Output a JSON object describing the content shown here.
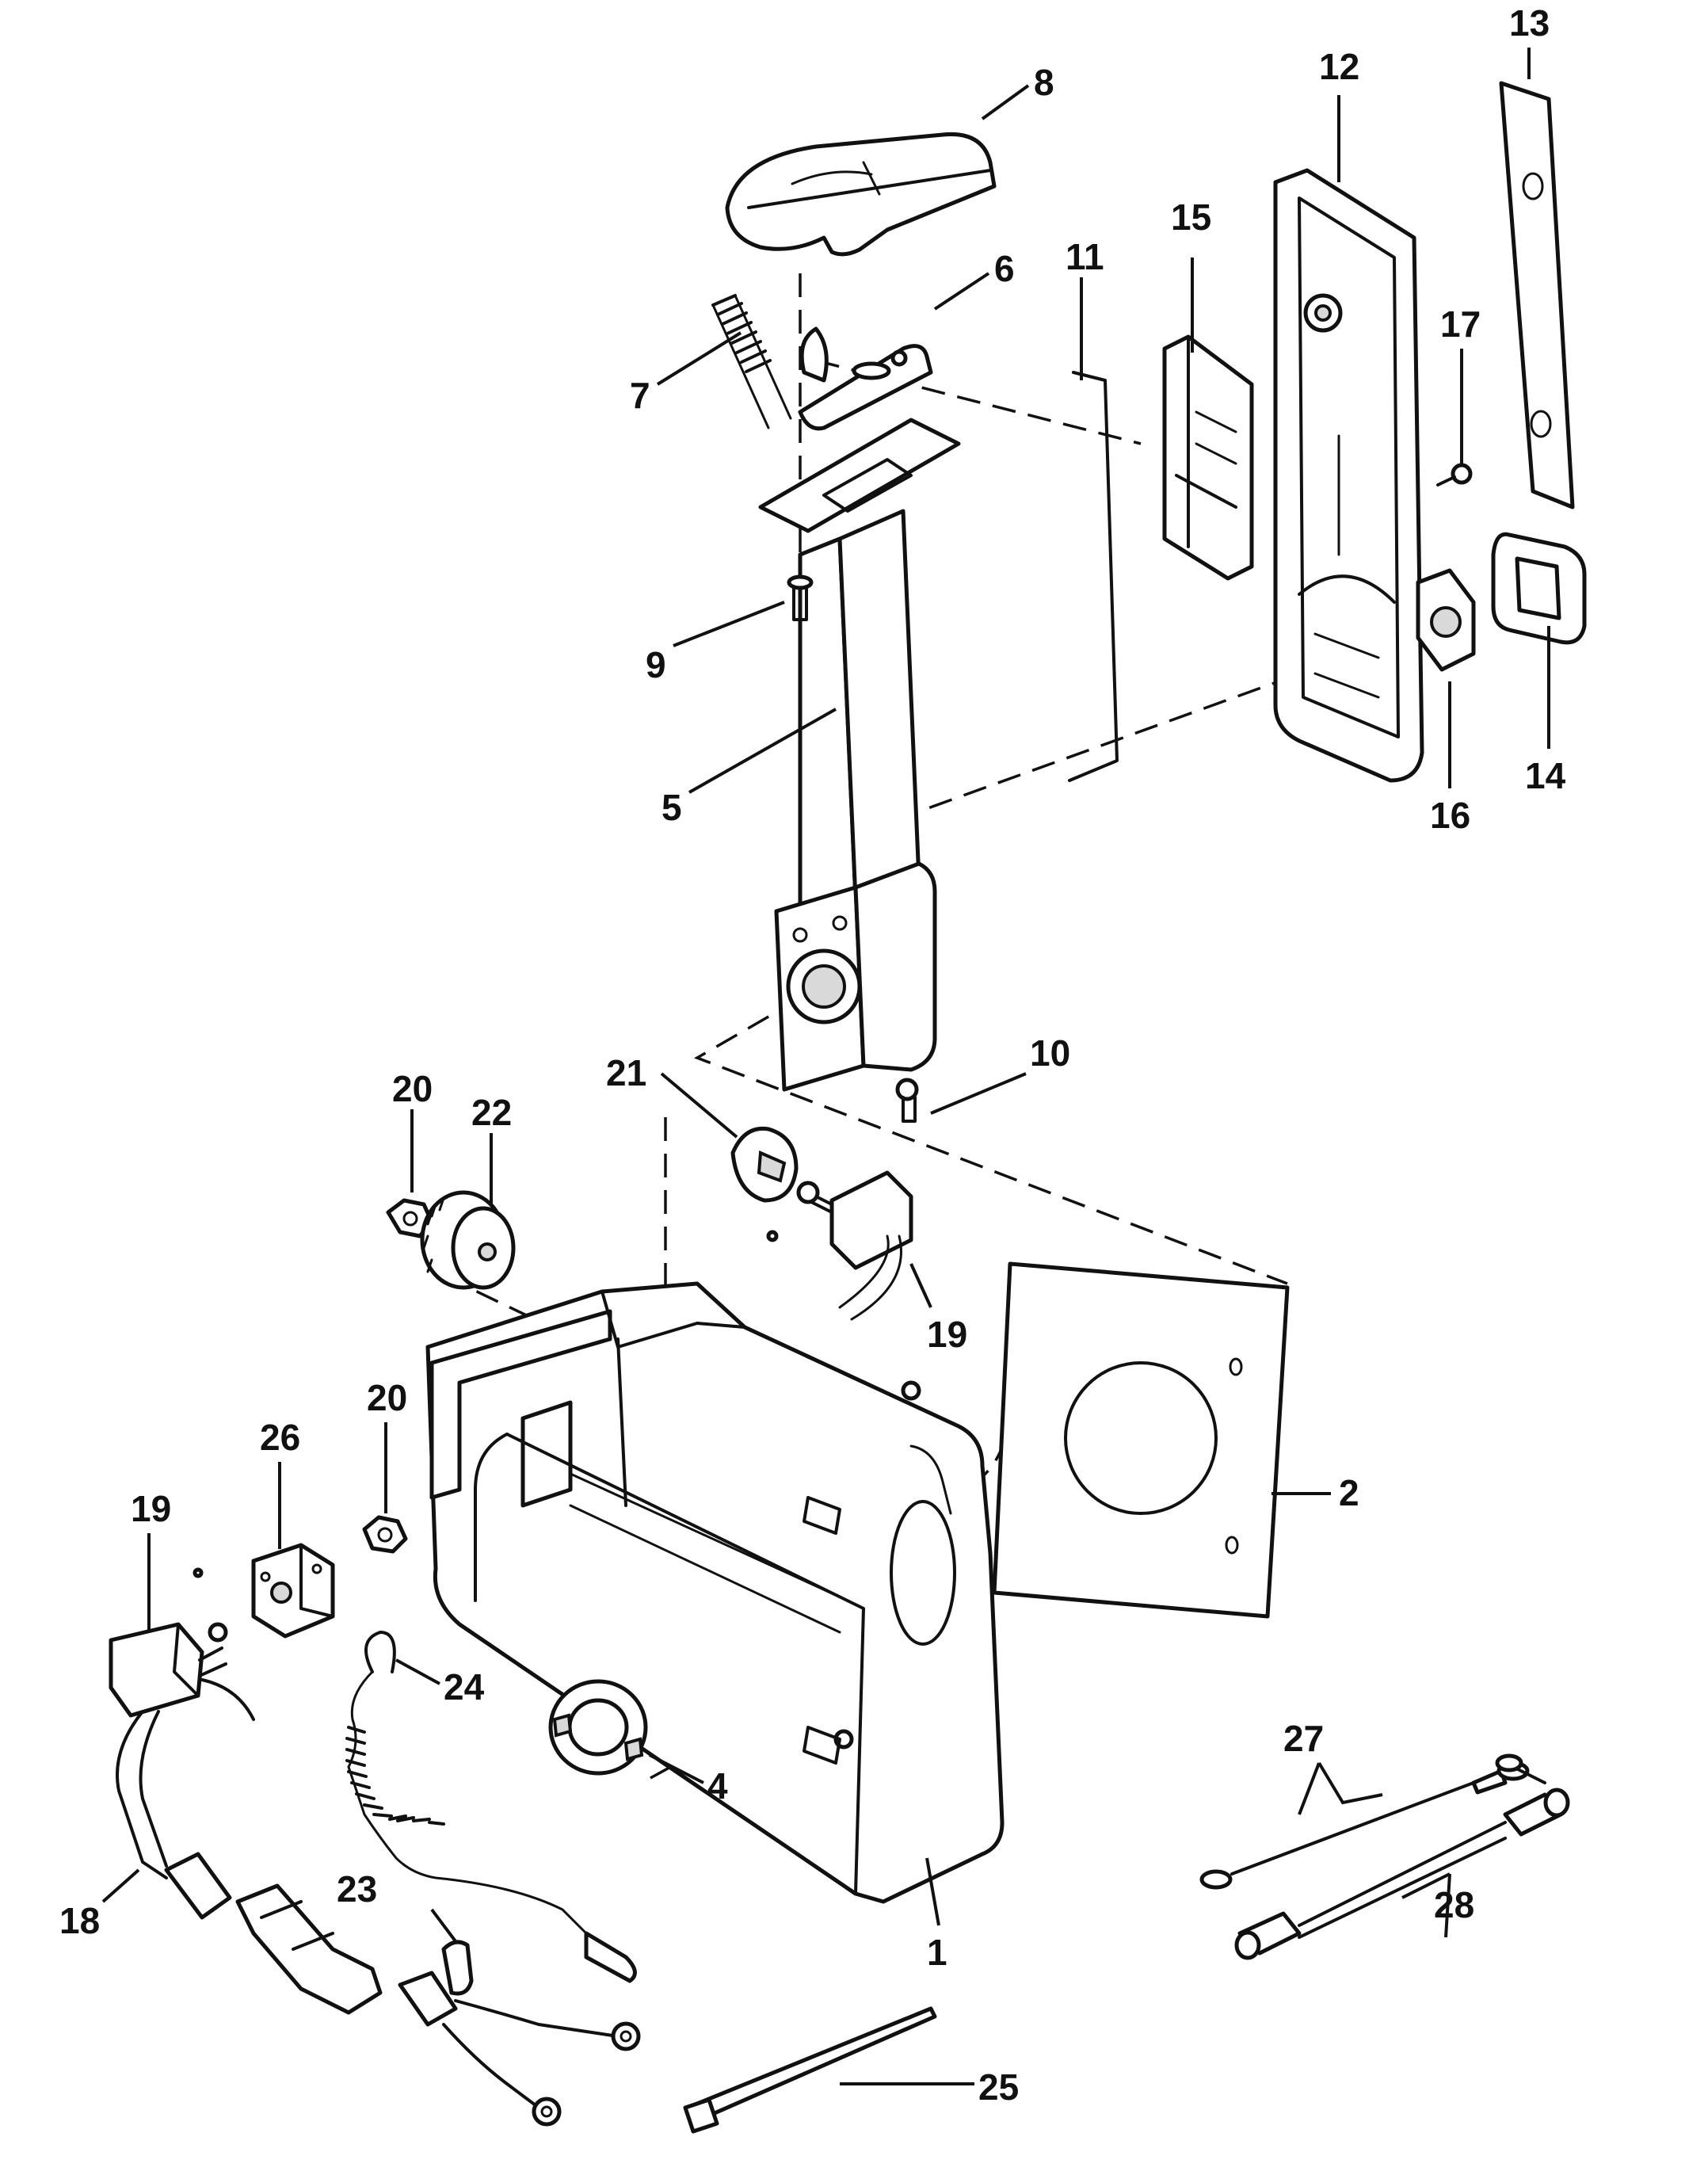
{
  "parts": [
    {
      "number": "1"
    },
    {
      "number": "2"
    },
    {
      "number": "4"
    },
    {
      "number": "5"
    },
    {
      "number": "6"
    },
    {
      "number": "7"
    },
    {
      "number": "8"
    },
    {
      "number": "9"
    },
    {
      "number": "10"
    },
    {
      "number": "11"
    },
    {
      "number": "12"
    },
    {
      "number": "13"
    },
    {
      "number": "14"
    },
    {
      "number": "15"
    },
    {
      "number": "16"
    },
    {
      "number": "17"
    },
    {
      "number": "18"
    },
    {
      "number": "19"
    },
    {
      "number": "19"
    },
    {
      "number": "20"
    },
    {
      "number": "20"
    },
    {
      "number": "21"
    },
    {
      "number": "22"
    },
    {
      "number": "23"
    },
    {
      "number": "24"
    },
    {
      "number": "25"
    },
    {
      "number": "26"
    },
    {
      "number": "27"
    },
    {
      "number": "28"
    }
  ],
  "colors": {
    "ink": "#111111",
    "paper": "#ffffff",
    "shade": "#d9d9d9"
  }
}
